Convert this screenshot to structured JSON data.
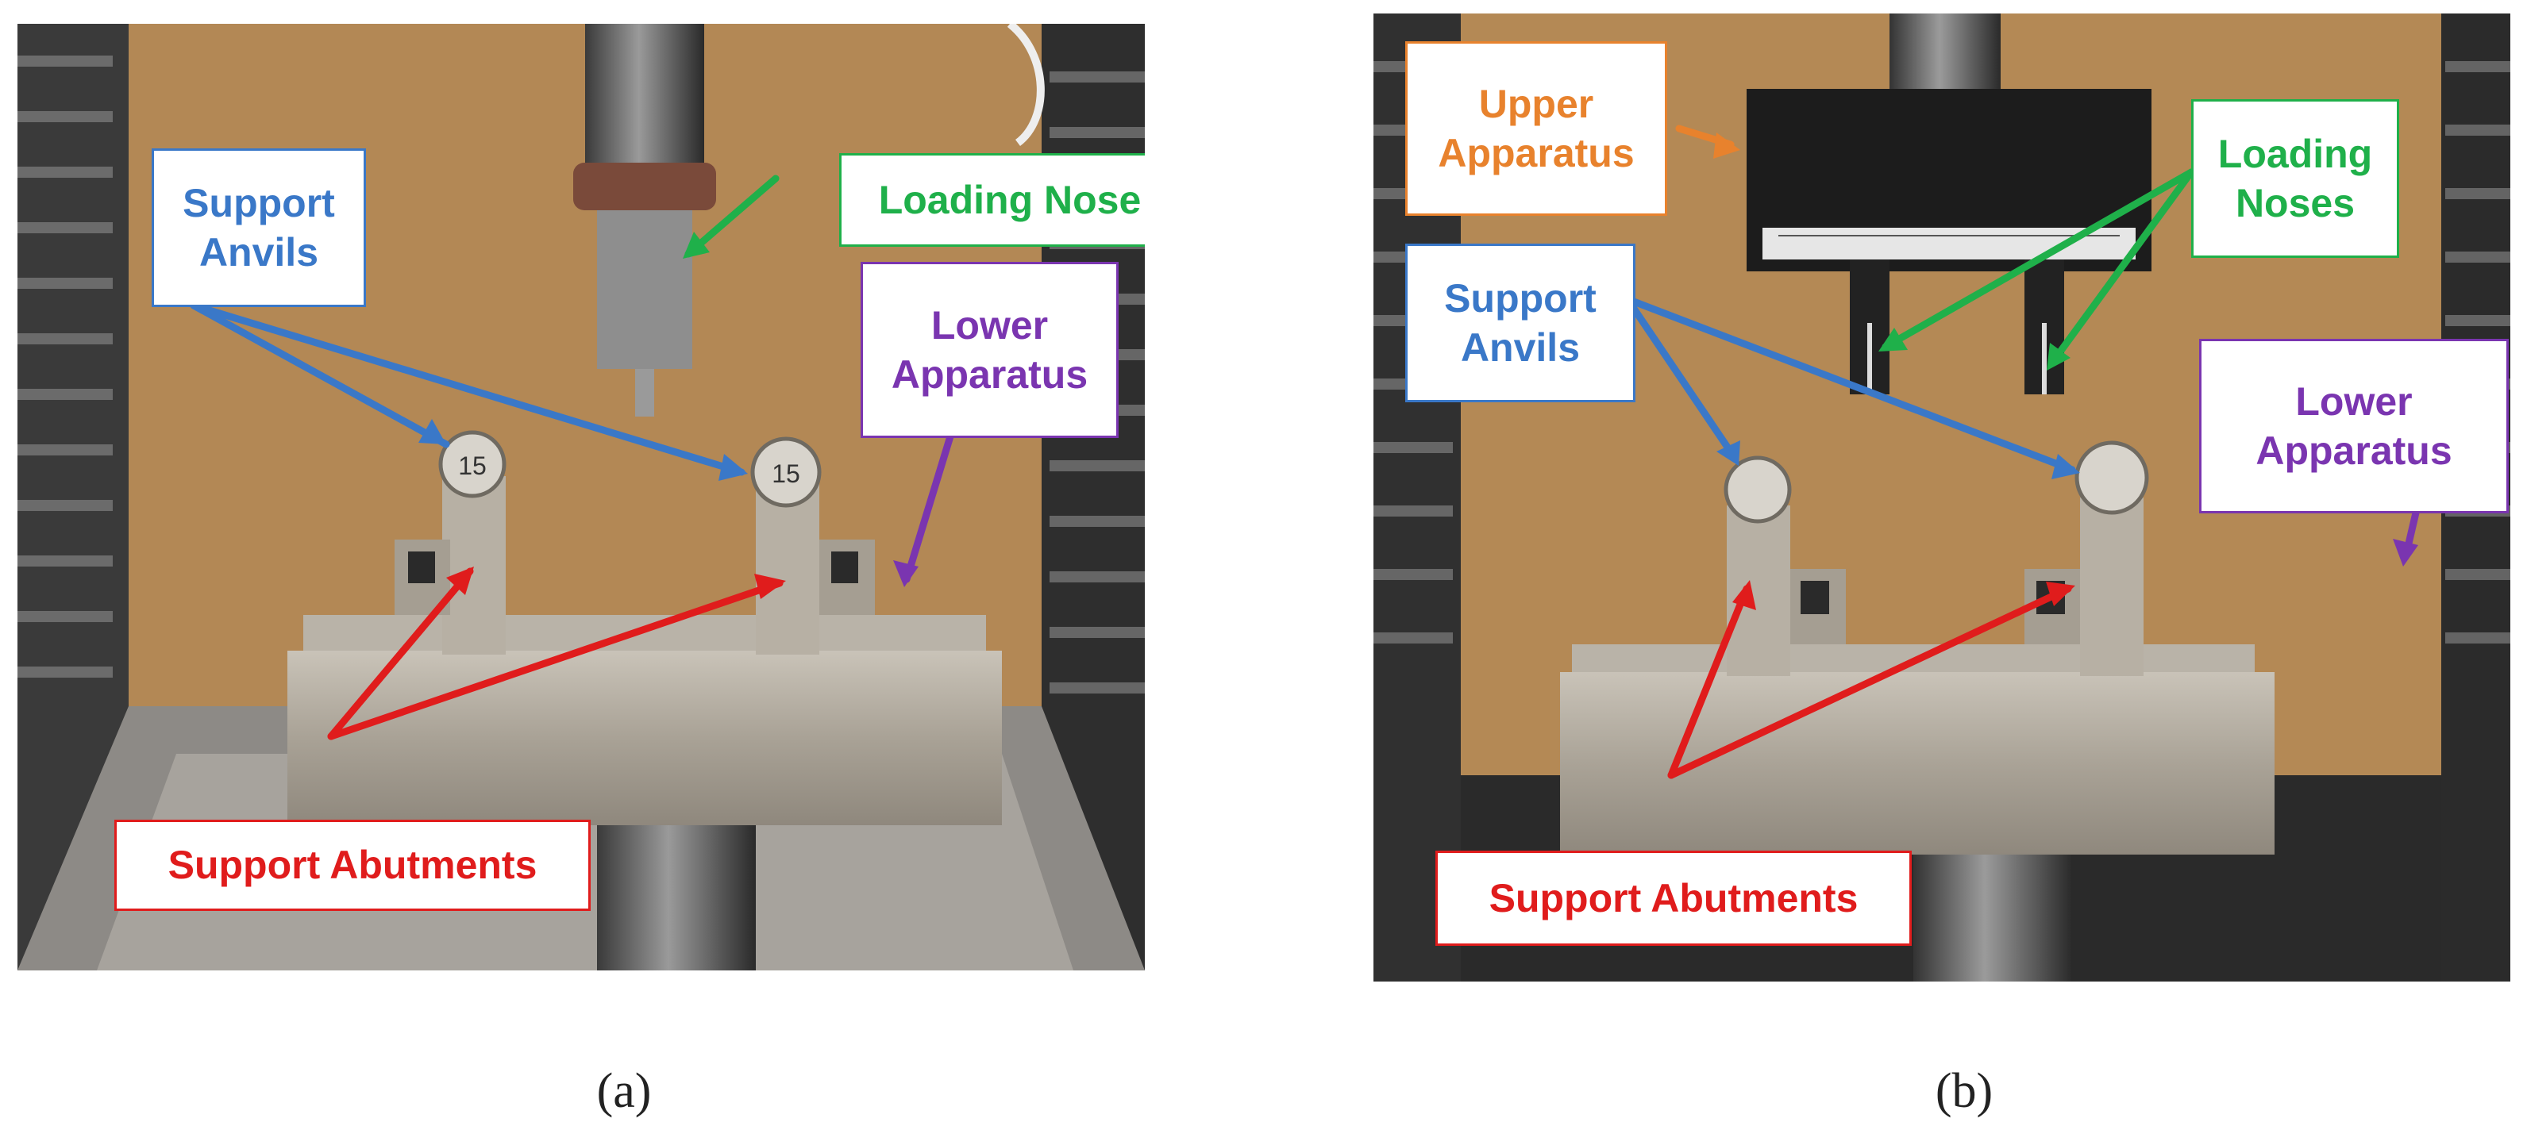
{
  "colors": {
    "blue": "#3a78c8",
    "green": "#1fb04a",
    "purple": "#7a35b0",
    "red": "#e01c1c",
    "orange": "#e8822d"
  },
  "panel_a": {
    "caption": "(a)",
    "labels": {
      "support_anvils": "Support\nAnvils",
      "loading_nose": "Loading Nose",
      "lower_apparatus": "Lower\nApparatus",
      "support_abutments": "Support Abutments"
    },
    "anvil_marks": [
      "15",
      "15"
    ]
  },
  "panel_b": {
    "caption": "(b)",
    "labels": {
      "upper_apparatus": "Upper\nApparatus",
      "loading_noses": "Loading\nNoses",
      "support_anvils": "Support\nAnvils",
      "lower_apparatus": "Lower\nApparatus",
      "support_abutments": "Support Abutments"
    }
  }
}
